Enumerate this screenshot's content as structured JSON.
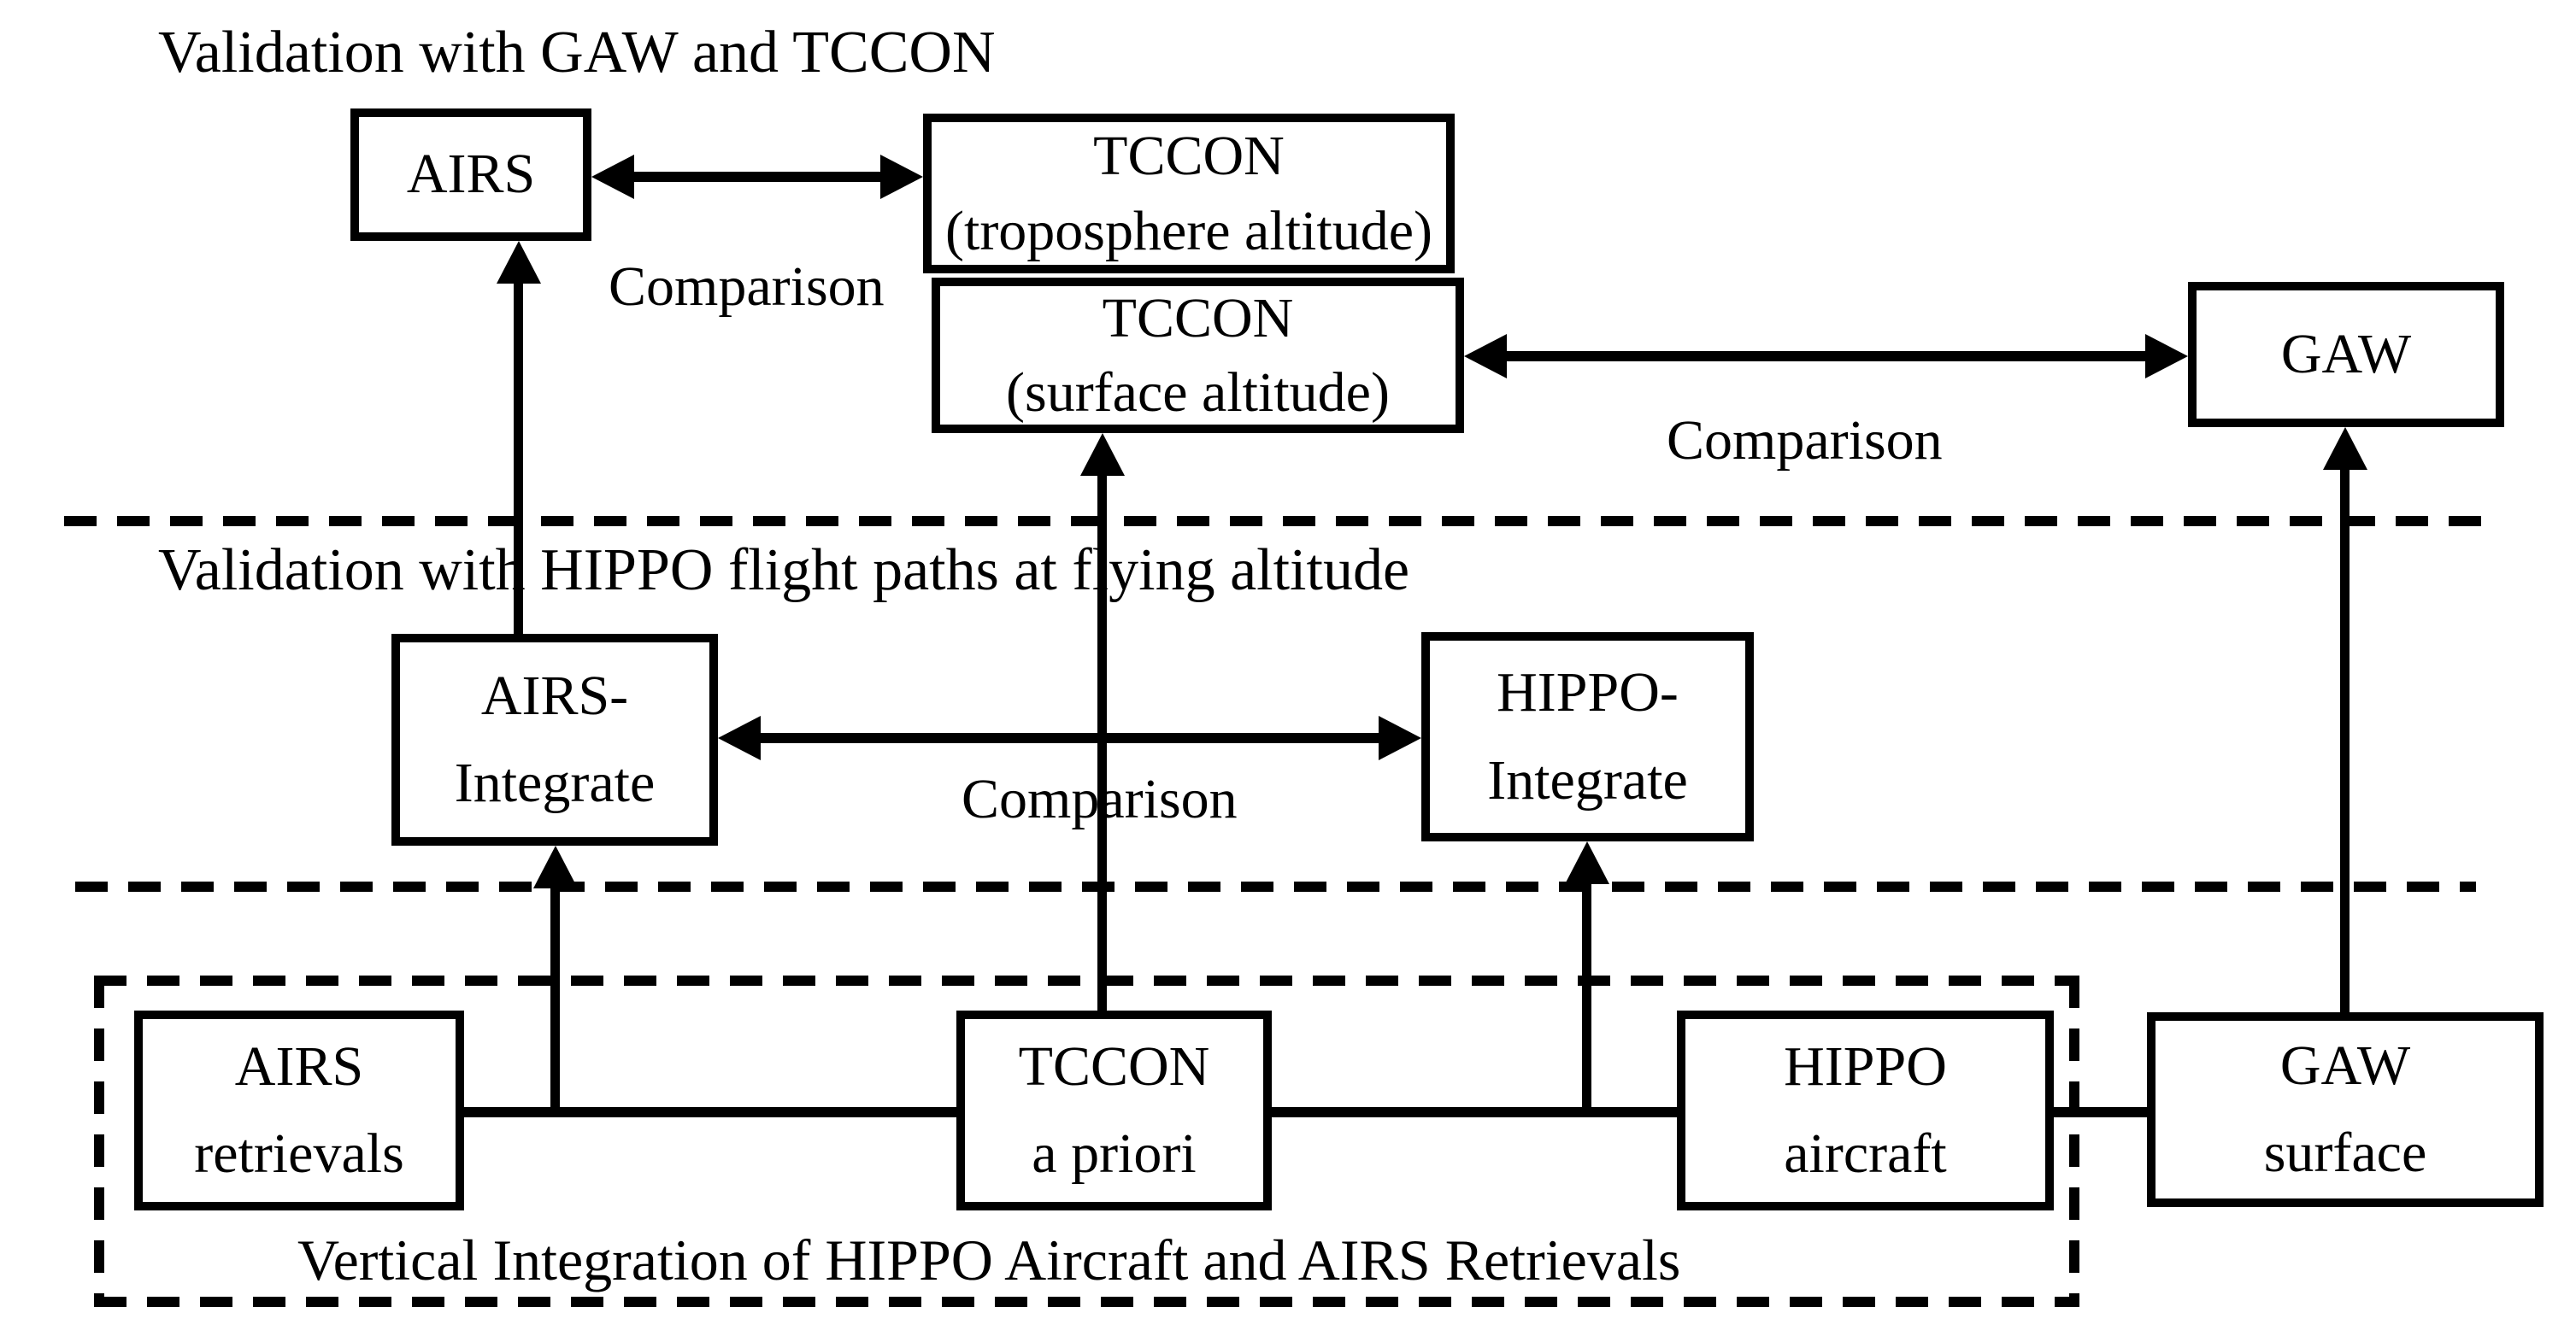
{
  "diagram": {
    "background_color": "#ffffff",
    "line_color": "#000000"
  },
  "sections": {
    "top_title": "Validation with GAW and TCCON",
    "middle_title": "Validation with HIPPO flight paths at flying altitude",
    "bottom_title": "Vertical Integration of HIPPO Aircraft and AIRS Retrievals"
  },
  "boxes": {
    "airs": {
      "label": "AIRS"
    },
    "tccon_troposphere": {
      "label": "TCCON\n(troposphere altitude)"
    },
    "tccon_surface": {
      "label": "TCCON\n(surface altitude)"
    },
    "gaw": {
      "label": "GAW"
    },
    "airs_integrate": {
      "label": "AIRS-\nIntegrate"
    },
    "hippo_integrate": {
      "label": "HIPPO-\nIntegrate"
    },
    "airs_retrievals": {
      "label": "AIRS\nretrievals"
    },
    "tccon_a_priori": {
      "label": "TCCON\na priori"
    },
    "hippo_aircraft": {
      "label": "HIPPO\naircraft"
    },
    "gaw_surface": {
      "label": "GAW\nsurface"
    }
  },
  "labels": {
    "comparison_airs_tccon": "Comparison",
    "comparison_tccon_gaw": "Comparison",
    "comparison_integrate": "Comparison"
  }
}
